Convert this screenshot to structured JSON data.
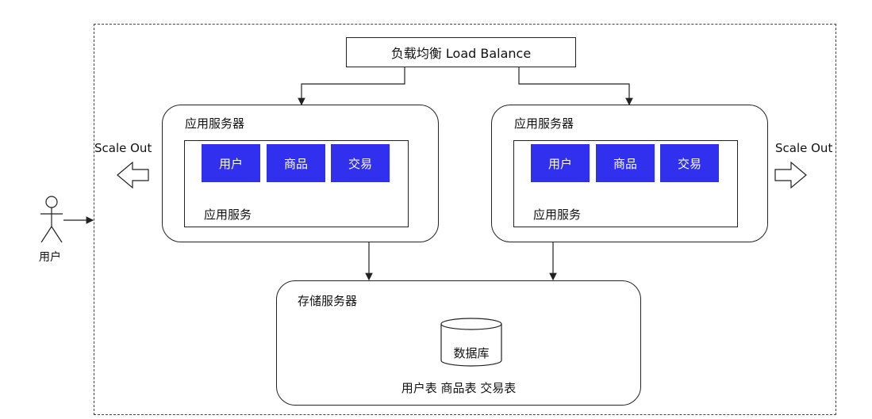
{
  "load_balancer": {
    "label": "负载均衡 Load Balance"
  },
  "app_servers": [
    {
      "title": "应用服务器",
      "modules": [
        "用户",
        "商品",
        "交易"
      ],
      "service_label": "应用服务"
    },
    {
      "title": "应用服务器",
      "modules": [
        "用户",
        "商品",
        "交易"
      ],
      "service_label": "应用服务"
    }
  ],
  "storage_server": {
    "title": "存储服务器",
    "database": "数据库",
    "tables": "用户表 商品表 交易表"
  },
  "scale_left": "Scale Out",
  "scale_right": "Scale Out",
  "actor": {
    "label": "用户"
  },
  "colors": {
    "module_fill": "#3030ee",
    "stroke": "#222222"
  }
}
